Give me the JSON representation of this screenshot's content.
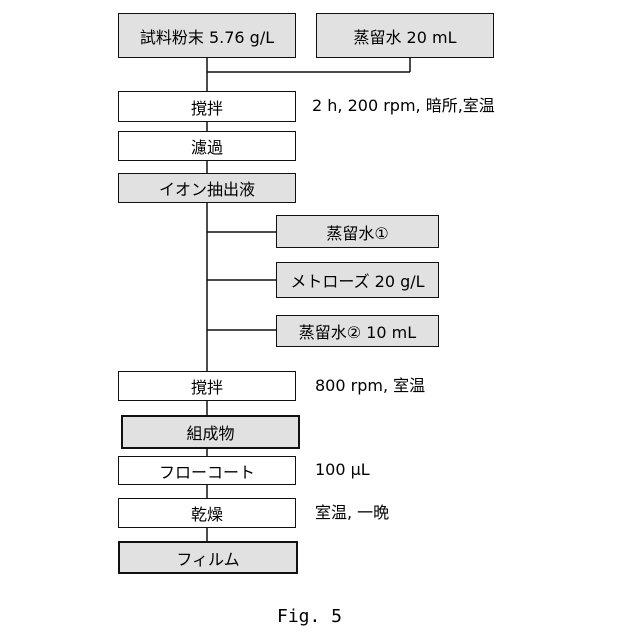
{
  "steps": {
    "sample_powder": "試料粉末 5.76 g/L",
    "distilled_water_1": "蒸留水 20 mL",
    "stir_1": "撹拌",
    "filtration": "濾過",
    "ion_extract": "イオン抽出液",
    "distilled_water_a": "蒸留水①",
    "metolose": "メトローズ 20 g/L",
    "distilled_water_b": "蒸留水② 10 mL",
    "stir_2": "撹拌",
    "composition": "組成物",
    "flow_coat": "フローコート",
    "drying": "乾燥",
    "film": "フィルム"
  },
  "notes": {
    "stir_1": "2 h, 200 rpm, 暗所,室温",
    "stir_2": "800 rpm, 室温",
    "flow_coat": "100 μL",
    "drying": "室温, 一晩"
  },
  "caption": "Fig. 5"
}
